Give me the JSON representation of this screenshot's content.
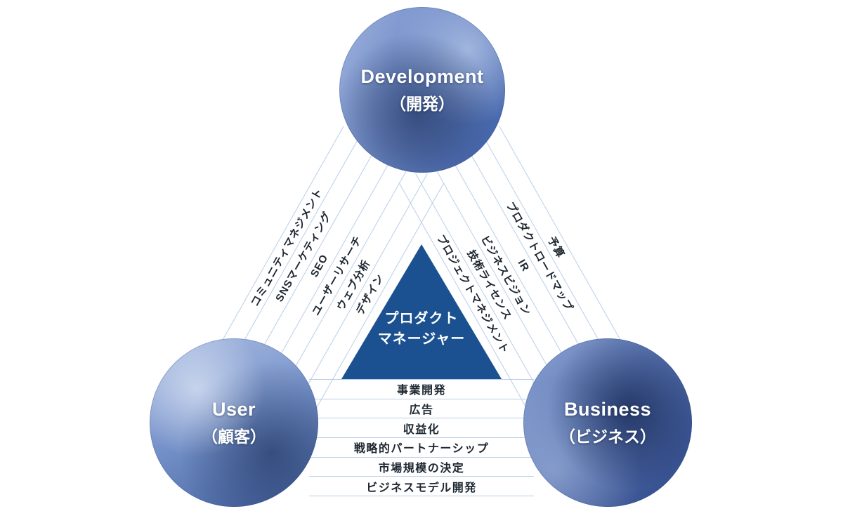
{
  "diagram": {
    "center": {
      "role_line1": "プロダクト",
      "role_line2": "マネージャー"
    },
    "nodes": {
      "development": {
        "en": "Development",
        "ja": "（開発）"
      },
      "user": {
        "en": "User",
        "ja": "（顧客）"
      },
      "business": {
        "en": "Business",
        "ja": "（ビジネス）"
      }
    },
    "edges": {
      "left": {
        "items": [
          "コミュニティマネジメント",
          "SNSマーケティング",
          "SEO",
          "ユーザーリサーチ",
          "ウェブ分析",
          "デザイン"
        ]
      },
      "right": {
        "items": [
          "予算",
          "プロダクトロードマップ",
          "IR",
          "ビジネスビジョン",
          "技術ライセンス",
          "プロジェクトマネジメント"
        ]
      },
      "bottom": {
        "items": [
          "事業開発",
          "広告",
          "収益化",
          "戦略的パートナーシップ",
          "市場規模の決定",
          "ビジネスモデル開発"
        ]
      }
    },
    "colors": {
      "triangle": "#1b5190",
      "line": "#b8cee8",
      "label_text": "#1d2731"
    }
  }
}
